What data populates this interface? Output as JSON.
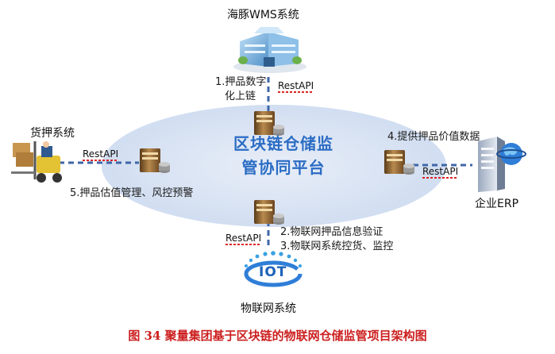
{
  "platform": {
    "line1": "区块链仓储监",
    "line2": "管协同平台"
  },
  "nodes": {
    "wms": "海豚WMS系统",
    "cargo": "货押系统",
    "erp": "企业ERP",
    "iot": "物联网系统",
    "iot_logo": "IOT"
  },
  "api_label": "RestAPI",
  "annotations": {
    "a1_line1": "1.押品数字",
    "a1_line2": "化上链",
    "a2": "2.物联网押品信息验证",
    "a3": "3.物联网系统控货、监控",
    "a4": "4.提供押品价值数据",
    "a5": "5.押品估值管理、风控预警"
  },
  "caption": "图 34 聚量集团基于区块链的物联网仓储监管项目架构图",
  "colors": {
    "ellipse": "#d7e2f3",
    "link": "#3f66a8",
    "center_text": "#2b6cc4",
    "caption": "#cc1f1f"
  }
}
